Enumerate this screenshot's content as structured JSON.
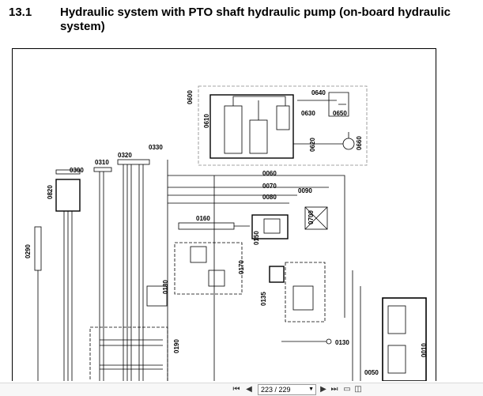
{
  "heading": {
    "section_number": "13.1",
    "section_title": "Hydraulic system with PTO shaft hydraulic pump (on-board hydraulic system)"
  },
  "diagram": {
    "labels": [
      "0600",
      "0640",
      "0610",
      "0630",
      "0650",
      "0620",
      "0660",
      "0330",
      "0320",
      "0310",
      "0300",
      "0820",
      "0060",
      "0070",
      "0080",
      "0090",
      "0160",
      "0700",
      "0290",
      "0150",
      "0170",
      "0180",
      "0135",
      "0130",
      "0190",
      "0010",
      "0050"
    ]
  },
  "viewer": {
    "page_indicator": "223 / 229",
    "icons": [
      "first-page-icon",
      "previous-page-icon",
      "next-page-icon",
      "last-page-icon",
      "single-page-view-icon",
      "two-page-view-icon"
    ]
  }
}
